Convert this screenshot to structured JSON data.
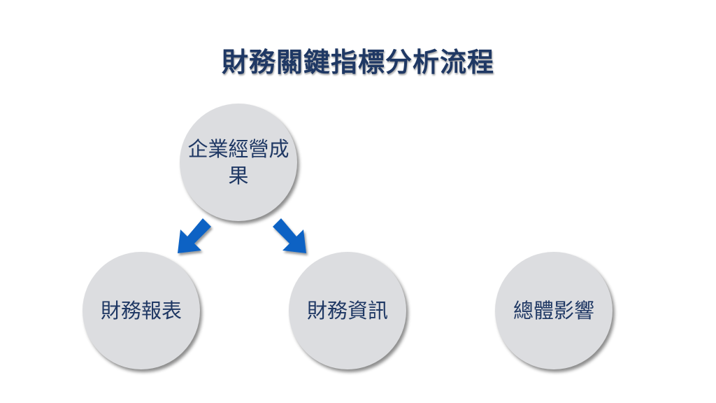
{
  "title": "財務關鍵指標分析流程",
  "nodes": {
    "top": "企業經營成果",
    "left": "財務報表",
    "middle": "財務資訊",
    "right": "總體影響"
  },
  "colors": {
    "title": "#1f3864",
    "node_fill": "#dcdde0",
    "node_text": "#1f3864",
    "arrow": "#0a62c4"
  },
  "arrows": [
    {
      "from": "top",
      "to": "left",
      "icon": "arrow-down-left-icon"
    },
    {
      "from": "top",
      "to": "middle",
      "icon": "arrow-down-right-icon"
    }
  ]
}
